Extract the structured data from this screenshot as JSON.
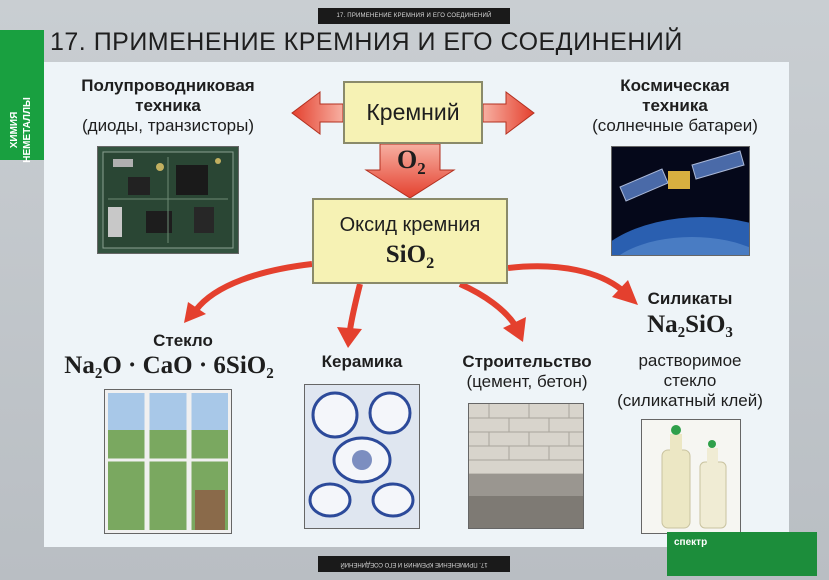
{
  "header": {
    "strip": "17. ПРИМЕНЕНИЕ КРЕМНИЯ И ЕГО СОЕДИНЕНИЙ",
    "side_tab_line1": "ХИМИЯ",
    "side_tab_line2": "НЕМЕТАЛЛЫ",
    "title": "17. ПРИМЕНЕНИЕ  КРЕМНИЯ  И  ЕГО  СОЕДИНЕНИЙ"
  },
  "center": {
    "silicon": "Кремний",
    "reagent": "O",
    "reagent_sub": "2",
    "oxide_name": "Оксид кремния",
    "oxide_formula_a": "SiO",
    "oxide_formula_sub": "2"
  },
  "nodes": {
    "semiconductor_title1": "Полупроводниковая",
    "semiconductor_title2": "техника",
    "semiconductor_sub": "(диоды, транзисторы)",
    "space_title1": "Космическая",
    "space_title2": "техника",
    "space_sub": "(солнечные батареи)",
    "glass_title": "Стекло",
    "glass_formula": "Na₂O · CaO · 6SiO₂",
    "ceramics_title": "Керамика",
    "construction_title": "Строительство",
    "construction_sub": "(цемент, бетон)",
    "silicates_title": "Силикаты",
    "silicates_formula": "Na₂SiO₃",
    "silicates_sub1": "растворимое",
    "silicates_sub2": "стекло",
    "silicates_sub3": "(силикатный клей)"
  },
  "footer": {
    "strip": "17. ПРИМЕНЕНИЕ КРЕМНИЯ И ЕГО СОЕДИНЕНИЙ",
    "logo": "спектр"
  },
  "colors": {
    "arrow": "#e4402e",
    "box_fill": "#f6f2b4",
    "side_tab": "#19a040",
    "panel": "#eef4f8"
  }
}
